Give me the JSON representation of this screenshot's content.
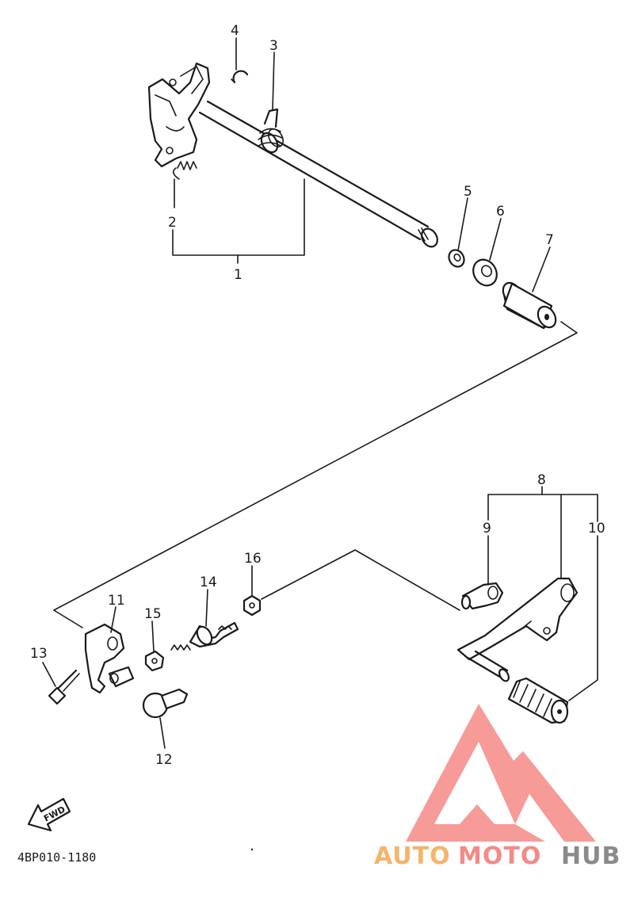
{
  "diagram": {
    "callouts": [
      {
        "id": "1",
        "text": "1"
      },
      {
        "id": "2",
        "text": "2"
      },
      {
        "id": "3",
        "text": "3"
      },
      {
        "id": "4",
        "text": "4"
      },
      {
        "id": "5",
        "text": "5"
      },
      {
        "id": "6",
        "text": "6"
      },
      {
        "id": "7",
        "text": "7"
      },
      {
        "id": "8",
        "text": "8"
      },
      {
        "id": "9",
        "text": "9"
      },
      {
        "id": "10",
        "text": "10"
      },
      {
        "id": "11",
        "text": "11"
      },
      {
        "id": "12",
        "text": "12"
      },
      {
        "id": "13",
        "text": "13"
      },
      {
        "id": "14",
        "text": "14"
      },
      {
        "id": "15",
        "text": "15"
      },
      {
        "id": "16",
        "text": "16"
      }
    ],
    "direction_arrow_text": "FWD",
    "drawing_code": "4BP010-1180"
  },
  "watermark": {
    "part1": "AUTO",
    "part2": "MOTO",
    "part3": "HUB",
    "colors": {
      "part1": "#f6b36b",
      "part2": "#f58a85",
      "part3": "#8a8a8a",
      "logo": "#f58a85"
    }
  }
}
